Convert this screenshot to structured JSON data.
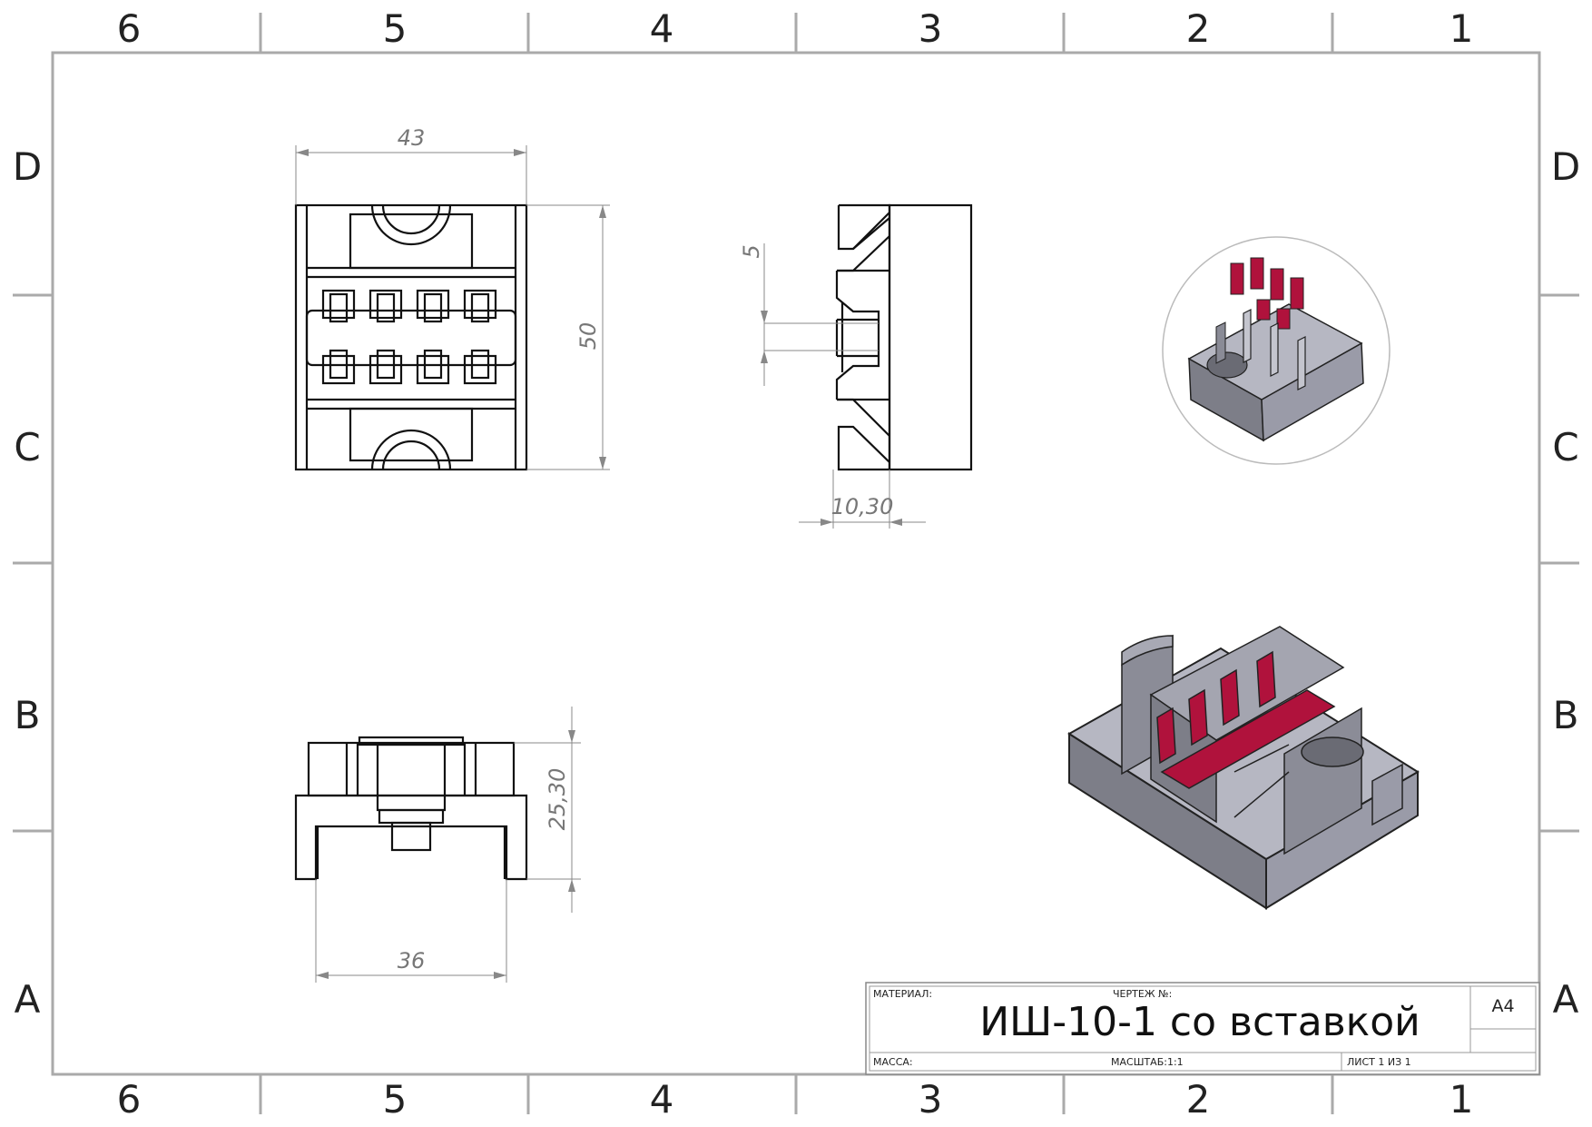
{
  "zones": {
    "columns": [
      "6",
      "5",
      "4",
      "3",
      "2",
      "1"
    ],
    "rows": [
      "D",
      "C",
      "B",
      "A"
    ]
  },
  "dimensions": {
    "front_width": "43",
    "front_height": "50",
    "side_slot": "5",
    "side_depth": "10,30",
    "bottom_height": "25,30",
    "bottom_width": "36"
  },
  "title_block": {
    "material_label": "МАТЕРИАЛ:",
    "drawing_no_label": "ЧЕРТЕЖ №:",
    "title": "ИШ-10-1 со вставкой",
    "format": "А4",
    "mass_label": "МАССА:",
    "scale_label": "МАСШТАБ:1:1",
    "sheet_label": "ЛИСТ 1 ИЗ 1"
  },
  "colors": {
    "part_gray": "#9a9ba8",
    "part_dark": "#5c5d66",
    "insert_red": "#b0123c",
    "frame": "#aaaaaa",
    "dimension": "#888888"
  }
}
